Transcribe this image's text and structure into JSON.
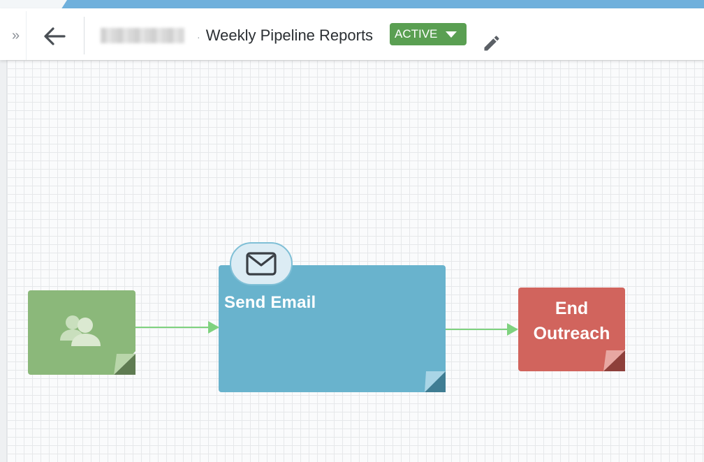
{
  "header": {
    "collapse_glyph": "»",
    "title": "Weekly Pipeline Reports",
    "title_separator": "·",
    "status": {
      "label": "ACTIVE",
      "color": "#5a9f52"
    },
    "icons": {
      "collapse": "double-chevron-right-icon",
      "back": "arrow-left-icon",
      "edit": "pencil-icon",
      "status_dropdown": "caret-down-icon"
    }
  },
  "canvas": {
    "nodes": [
      {
        "id": "audience",
        "type": "audience",
        "icon": "people-icon",
        "label": "",
        "color": "#8bb87a"
      },
      {
        "id": "send-email",
        "type": "action",
        "icon": "envelope-icon",
        "label": "Send Email",
        "color": "#69b3cd"
      },
      {
        "id": "end",
        "type": "end",
        "label": "End Outreach",
        "label_lines": [
          "End",
          "Outreach"
        ],
        "color": "#d1645d"
      }
    ],
    "connector_color": "#7fd27f"
  }
}
